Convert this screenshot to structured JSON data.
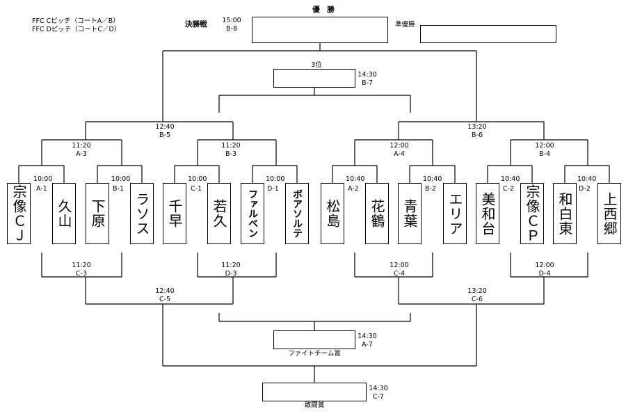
{
  "header": {
    "pitch_c": "FFC Cピッチ（コートA／B）",
    "pitch_d": "FFC Dピッチ（コートC／D）"
  },
  "final": {
    "winner_label": "優　勝",
    "match_label": "決勝戦",
    "time": "15:00",
    "code": "B-8",
    "runner_up_label": "準優勝"
  },
  "third": {
    "label": "3位",
    "time": "14:30",
    "code": "B-7"
  },
  "fight": {
    "label": "ファイトチーム賞",
    "time": "14:30",
    "code": "A-7"
  },
  "fighting": {
    "label": "敢闘賞",
    "time": "14:30",
    "code": "C-7"
  },
  "upper_matches": {
    "r1": [
      {
        "time": "10:00",
        "code": "A-1"
      },
      {
        "time": "10:00",
        "code": "B-1"
      },
      {
        "time": "10:00",
        "code": "C-1"
      },
      {
        "time": "10:00",
        "code": "D-1"
      },
      {
        "time": "10:40",
        "code": "A-2"
      },
      {
        "time": "10:40",
        "code": "B-2"
      },
      {
        "time": "10:40",
        "code": "C-2"
      },
      {
        "time": "10:40",
        "code": "D-2"
      }
    ],
    "r2": [
      {
        "time": "11:20",
        "code": "A-3"
      },
      {
        "time": "11:20",
        "code": "B-3"
      },
      {
        "time": "12:00",
        "code": "A-4"
      },
      {
        "time": "12:00",
        "code": "B-4"
      }
    ],
    "semi": [
      {
        "time": "12:40",
        "code": "B-5"
      },
      {
        "time": "13:20",
        "code": "B-6"
      }
    ]
  },
  "lower_matches": {
    "r2": [
      {
        "time": "11:20",
        "code": "C-3"
      },
      {
        "time": "11:20",
        "code": "D-3"
      },
      {
        "time": "12:00",
        "code": "C-4"
      },
      {
        "time": "12:00",
        "code": "D-4"
      }
    ],
    "semi": [
      {
        "time": "12:40",
        "code": "C-5"
      },
      {
        "time": "13:20",
        "code": "C-6"
      }
    ]
  },
  "teams": [
    "宗像ＣＪ",
    "久山",
    "下原",
    "ラソス",
    "千早",
    "若久",
    "ファルベン",
    "ボアソルテ",
    "松島",
    "花鶴",
    "青葉",
    "エリア",
    "美和台",
    "宗像ＣＰ",
    "和白東",
    "上西郷"
  ]
}
